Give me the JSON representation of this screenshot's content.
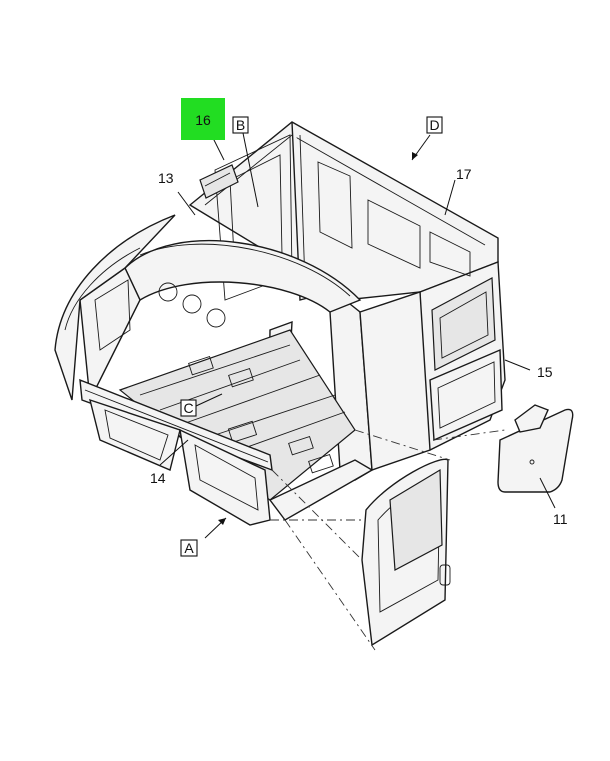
{
  "callouts": {
    "highlight_16": "16",
    "label_13": "13",
    "label_14": "14",
    "label_15": "15",
    "label_17": "17",
    "label_11": "11"
  },
  "view_letters": {
    "A": "A",
    "B": "B",
    "C": "C",
    "D": "D"
  },
  "colors": {
    "highlight": "#22dd22",
    "line": "#1a1a1a",
    "background": "#ffffff"
  }
}
